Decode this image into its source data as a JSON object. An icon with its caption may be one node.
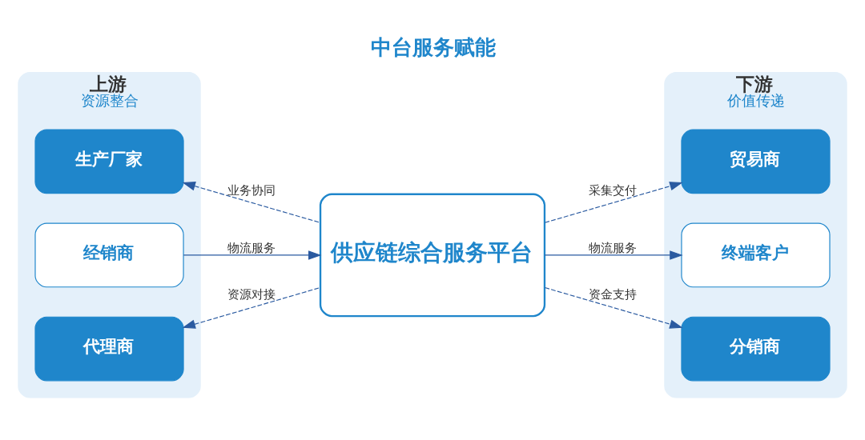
{
  "diagram": {
    "title": "中台服务赋能",
    "nodes": [
      {
        "text": [
          "上游",
          "资源整合"
        ]
      },
      {
        "text": [
          "生产厂家"
        ],
        "in": 0
      },
      {
        "text": [
          "经销商"
        ],
        "in": 0
      },
      {
        "text": [
          "代理商"
        ],
        "in": 0
      },
      {
        "text": [
          "供应链综合服务平台"
        ]
      },
      {
        "text": [
          "下游",
          "价值传递"
        ]
      },
      {
        "text": [
          "贸易商"
        ],
        "in": 5
      },
      {
        "text": [
          "终端客户"
        ],
        "in": 5
      },
      {
        "text": [
          "分销商"
        ],
        "in": 5
      }
    ],
    "edges": [
      {
        "from": 4,
        "to": 1,
        "arrow": "to",
        "label": "业务协同",
        "style": "dashed"
      },
      {
        "from": 4,
        "to": 6,
        "arrow": "to",
        "label": "采集交付",
        "style": "dashed"
      },
      {
        "from": 2,
        "to": 4,
        "arrow": "to",
        "label": "物流服务"
      },
      {
        "from": 4,
        "to": 7,
        "arrow": "to",
        "label": "物流服务"
      },
      {
        "from": 4,
        "to": 3,
        "arrow": "to",
        "label": "资源对接",
        "style": "dashed"
      },
      {
        "from": 4,
        "to": 8,
        "arrow": "to",
        "label": "资金支持",
        "style": "dashed"
      }
    ]
  }
}
